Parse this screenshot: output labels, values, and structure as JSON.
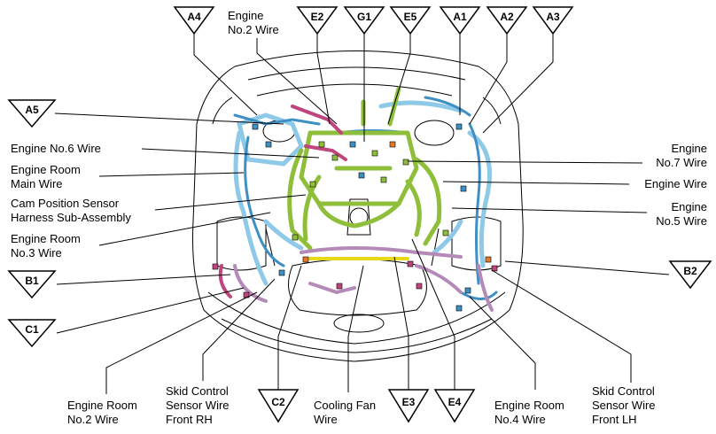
{
  "markers": {
    "A4": "A4",
    "E2": "E2",
    "G1": "G1",
    "E5": "E5",
    "A1": "A1",
    "A2": "A2",
    "A3": "A3",
    "A5": "A5",
    "B1": "B1",
    "C1": "C1",
    "B2": "B2",
    "C2": "C2",
    "E3": "E3",
    "E4": "E4"
  },
  "labels": {
    "engine_no2_wire": [
      "Engine",
      "No.2 Wire"
    ],
    "engine_no6_wire": [
      "Engine No.6 Wire"
    ],
    "engine_room_main_wire": [
      "Engine Room",
      "Main Wire"
    ],
    "cam_position_sensor": [
      "Cam Position Sensor",
      "Harness Sub-Assembly"
    ],
    "engine_room_no3_wire": [
      "Engine Room",
      "No.3 Wire"
    ],
    "engine_no7_wire": [
      "Engine",
      "No.7 Wire"
    ],
    "engine_wire": [
      "Engine Wire"
    ],
    "engine_no5_wire": [
      "Engine",
      "No.5 Wire"
    ],
    "engine_room_no2_wire": [
      "Engine Room",
      "No.2 Wire"
    ],
    "skid_sensor_front_rh": [
      "Skid Control",
      "Sensor Wire",
      "Front RH"
    ],
    "cooling_fan_wire": [
      "Cooling Fan",
      "Wire"
    ],
    "engine_room_no4_wire": [
      "Engine Room",
      "No.4 Wire"
    ],
    "skid_sensor_front_lh": [
      "Skid Control",
      "Sensor Wire",
      "Front LH"
    ]
  },
  "colors": {
    "green": "#8fbf3a",
    "blue": "#3d8fc4",
    "lightblue": "#8ec9e8",
    "pink": "#c0447e",
    "purple": "#b48ab8",
    "yellow": "#e8d81a",
    "orange": "#e07a2a",
    "outline": "#000000"
  }
}
